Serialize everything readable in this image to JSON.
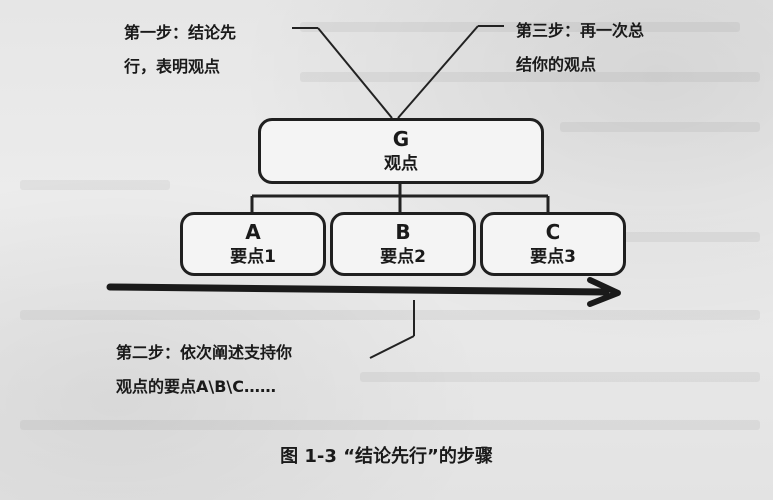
{
  "notes": {
    "step1": {
      "line1": "第一步：结论先",
      "line2": "行，表明观点"
    },
    "step3": {
      "line1": "第三步：再一次总",
      "line2": "结你的观点"
    },
    "step2": {
      "line1": "第二步：依次阐述支持你",
      "line2": "观点的要点A\\B\\C……"
    }
  },
  "nodes": {
    "top": {
      "letter": "G",
      "label": "观点"
    },
    "a": {
      "letter": "A",
      "label": "要点1"
    },
    "b": {
      "letter": "B",
      "label": "要点2"
    },
    "c": {
      "letter": "C",
      "label": "要点3"
    }
  },
  "caption": "图 1-3 “结论先行”的步骤"
}
